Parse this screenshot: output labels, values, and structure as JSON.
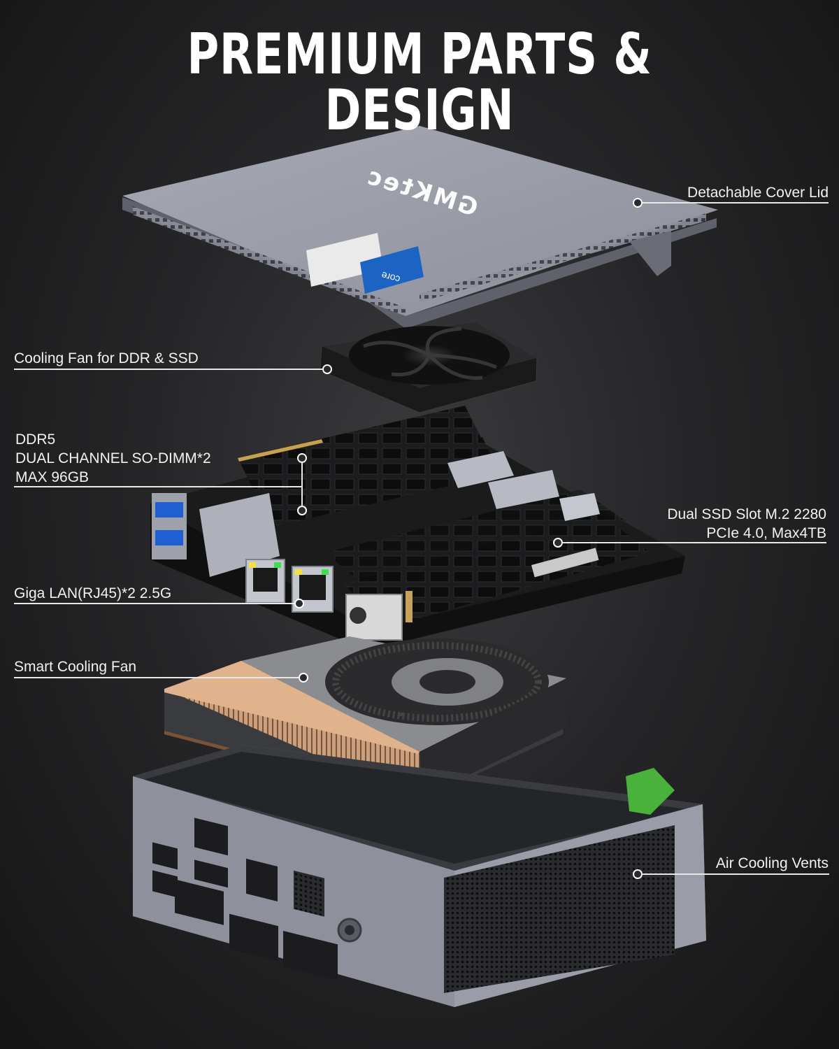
{
  "headline": "PREMIUM PARTS & DESIGN",
  "callouts": {
    "cover_lid": "Detachable Cover Lid",
    "fan_ddr_ssd": "Cooling Fan for DDR & SSD",
    "ddr": [
      "DDR5",
      "DUAL CHANNEL SO-DIMM*2",
      "MAX 96GB"
    ],
    "ssd": [
      "Dual SSD Slot M.2 2280",
      "PCIe 4.0, Max4TB"
    ],
    "lan": "Giga LAN(RJ45)*2 2.5G",
    "smart_fan": "Smart Cooling Fan",
    "air_vents": "Air Cooling Vents"
  },
  "brand_logo": "GMKtec",
  "badge": "CORE",
  "colors": {
    "background": "#262628",
    "chassis": "#8e919c",
    "pcb": "#181818",
    "heatsink": "#c9926a",
    "label_text": "#f2f2f2"
  }
}
